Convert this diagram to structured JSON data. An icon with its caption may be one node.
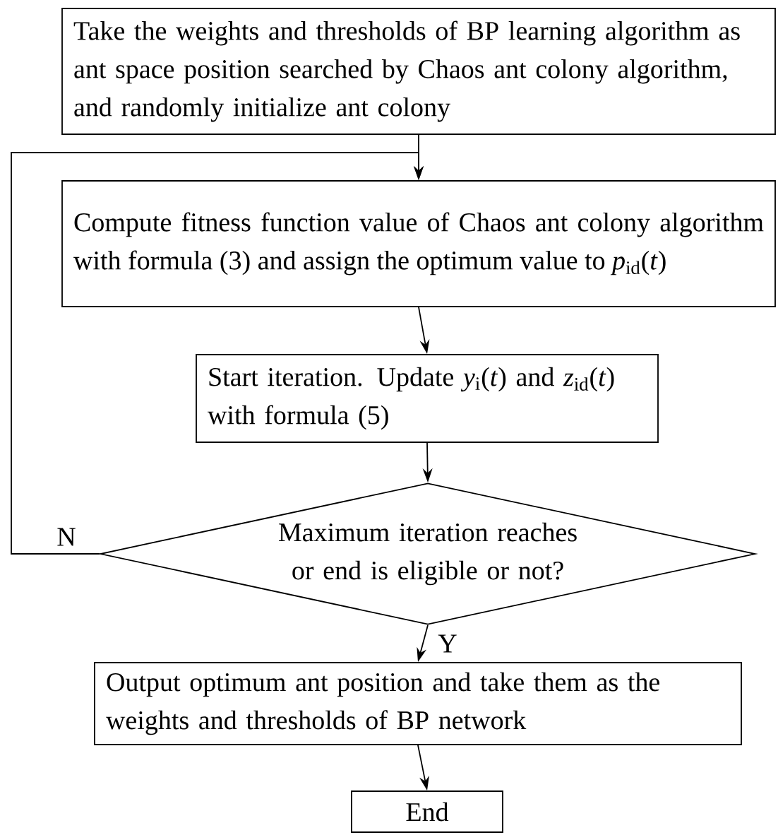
{
  "diagram": {
    "nodes": [
      {
        "text": [
          "Take the weights and thresholds of BP learning algorithm as ant space position searched by Chaos ant colony algorithm, and randomly initialize ant colony"
        ]
      },
      {
        "text": [
          "Compute fitness function value of Chaos ant colony algorithm with formula (3) and assign the optimum value to *p*$_{id}$(*t*)"
        ]
      },
      {
        "text": [
          "Start iteration. Update *y*$_{i}$(*t*) and *z*$_{id}$(*t*) with formula (5)"
        ]
      },
      {
        "text": [
          "Maximum iteration reaches or end is eligible or not?"
        ]
      },
      {
        "text": [
          "Output optimum ant position and take them as the weights and thresholds of BP network"
        ]
      },
      {
        "text": [
          "End"
        ]
      }
    ],
    "edges": [
      {
        "from": 0,
        "to": 1,
        "arrow": "to"
      },
      {
        "from": 1,
        "to": 2,
        "arrow": "to"
      },
      {
        "from": 2,
        "to": 3,
        "arrow": "to"
      },
      {
        "from": 3,
        "to": 1,
        "arrow": "to",
        "label": "N"
      },
      {
        "from": 3,
        "to": 4,
        "arrow": "to",
        "label": "Y"
      },
      {
        "from": 4,
        "to": 5,
        "arrow": "to"
      }
    ]
  }
}
